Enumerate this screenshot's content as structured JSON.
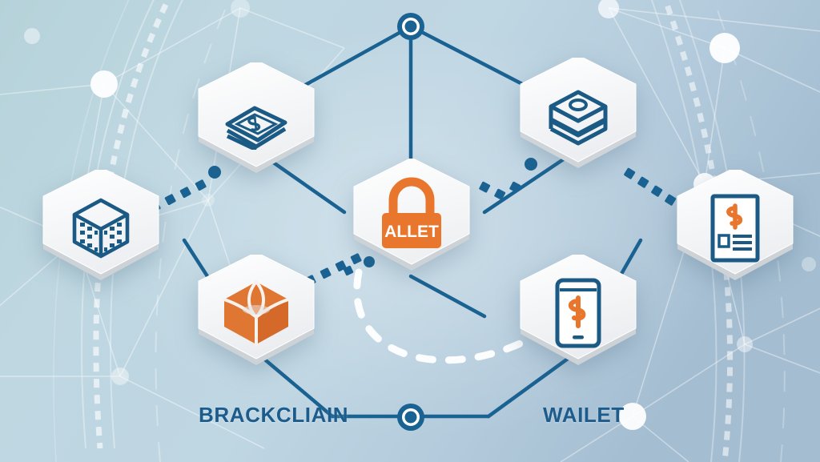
{
  "graphic": {
    "title": "Blockchain and Wallet Network Infographic",
    "background_color": "#bdd6e0",
    "accent_blue": "#1a6292",
    "accent_orange": "#e8762c",
    "node_color": "#1a6292",
    "hex_color": "#fbfbfb"
  },
  "labels": [
    {
      "id": "blockchain",
      "text": "BRACKCLIAIN",
      "color": "#1c5c8c"
    },
    {
      "id": "wallet",
      "text": "WAILET",
      "color": "#1c5c8c"
    }
  ],
  "center_badge": {
    "icon": "padlock-icon",
    "text": "ALLET",
    "body_color": "#e8762c",
    "text_color": "#ffffff"
  },
  "nodes": [
    {
      "id": "banknotes",
      "icon": "banknote-stack-icon",
      "label": "",
      "color": "#1a5a85"
    },
    {
      "id": "cash-bundle",
      "icon": "cash-bundle-icon",
      "label": "",
      "color": "#1a5a85"
    },
    {
      "id": "building",
      "icon": "building-block-icon",
      "label": "",
      "color": "#1a5a85"
    },
    {
      "id": "cube",
      "icon": "block-cube-icon",
      "label": "",
      "color": "#e8762c"
    },
    {
      "id": "invoice",
      "icon": "invoice-document-icon",
      "label": "",
      "color": "#1a5a85"
    },
    {
      "id": "phone",
      "icon": "mobile-wallet-icon",
      "label": "",
      "color": "#1a5a85"
    },
    {
      "id": "lock",
      "icon": "padlock-icon",
      "label": "ALLET",
      "color": "#e8762c"
    }
  ],
  "connectors": {
    "junction_top": {
      "icon": "network-node-icon"
    },
    "junction_bottom": {
      "icon": "network-node-icon"
    }
  }
}
